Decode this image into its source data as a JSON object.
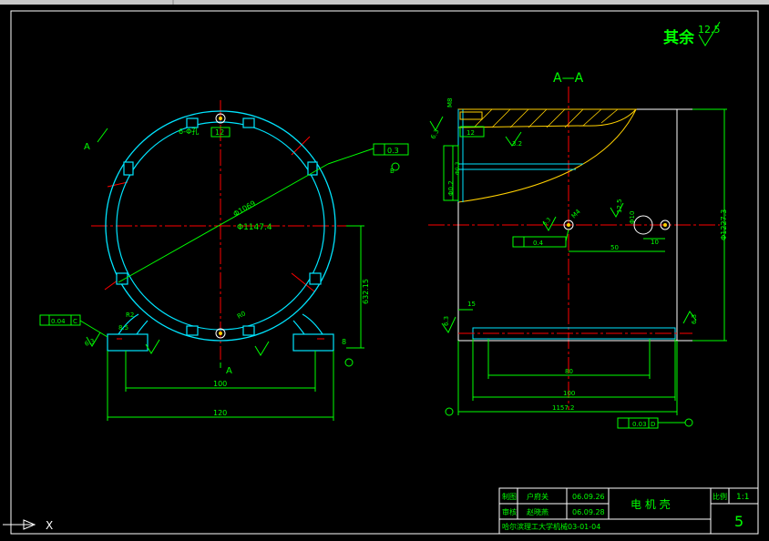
{
  "surface_note": {
    "label": "其余",
    "roughness": "12.5"
  },
  "section": {
    "label": "A—A"
  },
  "front_view": {
    "arrow_label_top": "A",
    "arrow_label_bottom": "A",
    "dim_slot": "6-Φ孔",
    "dim_slot_width": "12",
    "dim_inner_dia": "Φ1069",
    "dim_outer_dia": "Φ1147.4",
    "dim_height": "632.15",
    "dim_width_100": "100",
    "dim_width_120": "120",
    "dim_r2": "R2",
    "dim_r0": "R0",
    "dim_8": "8",
    "dim_85": "8.5",
    "tol_perp": "0.04",
    "tol_perp_ref": "C",
    "tol_pos": "0.3",
    "datum_b": "B",
    "datum_c": "C",
    "rough_63": "6.3"
  },
  "section_view": {
    "dim_m8": "M8",
    "dim_12": "12",
    "rough_32": "3.2",
    "rough_63": "6.3",
    "dim_pos02": "Φ0.2",
    "dim_pos03": "Φ0.3",
    "tol_pos04": "0.4",
    "dim_m4": "M4",
    "dim_d10": "Φ10",
    "dim_10": "10",
    "dim_50": "50",
    "dim_15": "15",
    "dim_80": "80",
    "dim_100": "100",
    "dim_total": "1157.2",
    "dim_height": "Φ1227.3",
    "tol_par": "0.03",
    "datum_d": "D",
    "rough_125": "12.5",
    "rough_63b": "6.3"
  },
  "title_block": {
    "row1_label": "制图",
    "row1_name": "户府关",
    "row1_date": "06.09.26",
    "row2_label": "审核",
    "row2_name": "赵晓燕",
    "row2_date": "06.09.28",
    "part_name": "电 机 壳",
    "scale_label": "比例",
    "scale_value": "1:1",
    "drawing_no": "哈尔滨理工大学机械03-01-04",
    "sheet_no": "5"
  },
  "ucs": {
    "axis_x": "X"
  }
}
